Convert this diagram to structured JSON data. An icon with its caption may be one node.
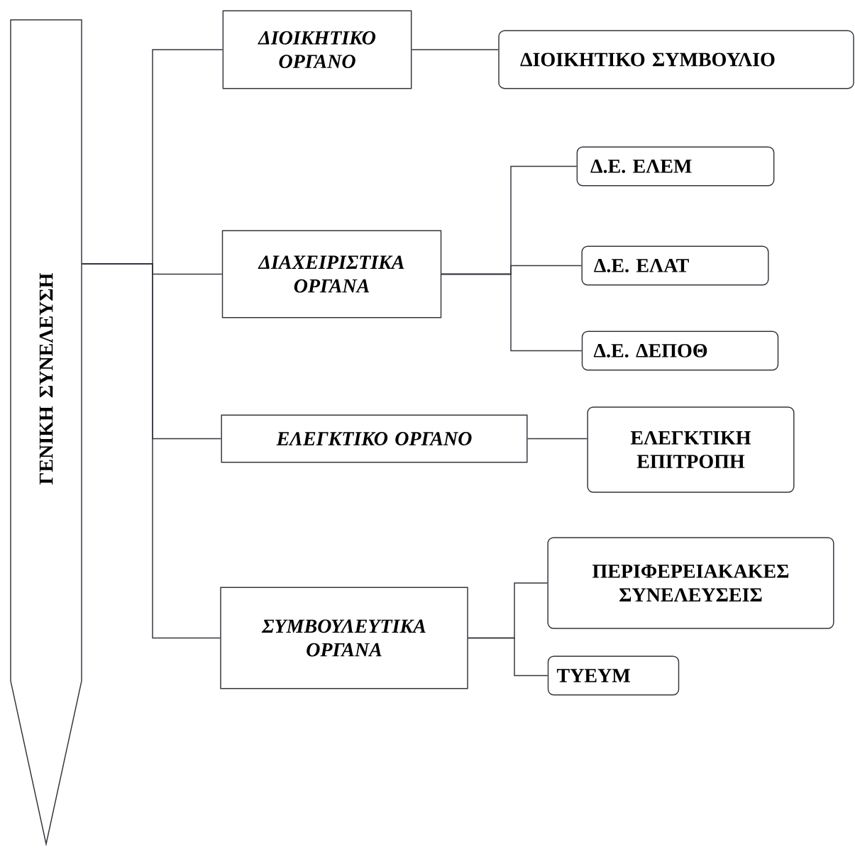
{
  "diagram": {
    "nodes": [
      {
        "text": [
          "ΓΕΝΙΚΗ ΣΥΝΕΛΕΥΣΗ"
        ]
      },
      {
        "text": [
          "ΔΙΟΙΚΗΤΙΚΟ ΟΡΓΑΝΟ"
        ]
      },
      {
        "text": [
          "ΔΙΟΙΚΗΤΙΚΟ ΣΥΜΒΟΥΛΙΟ"
        ]
      },
      {
        "text": [
          "ΔΙΑΧΕΙΡΙΣΤΙΚΑ ΟΡΓΑΝΑ"
        ]
      },
      {
        "text": [
          "Δ.Ε. ΕΛΕΜ"
        ]
      },
      {
        "text": [
          "Δ.Ε. ΕΛΑΤ"
        ]
      },
      {
        "text": [
          "Δ.Ε. ΔΕΠΟΘ"
        ]
      },
      {
        "text": [
          "ΕΛΕΓΚΤΙΚΟ ΟΡΓΑΝΟ"
        ]
      },
      {
        "text": [
          "ΕΛΕΓΚΤΙΚΗ ΕΠΙΤΡΟΠΗ"
        ]
      },
      {
        "text": [
          "ΣΥΜΒΟΥΛΕΥΤΙΚΑ ΟΡΓΑΝΑ"
        ]
      },
      {
        "text": [
          "ΠΕΡΙΦΕΡΕΙΑΚΑΚΕΣ ΣΥΝΕΛΕΥΣΕΙΣ"
        ]
      },
      {
        "text": [
          "ΤΥΕΥΜ"
        ]
      }
    ],
    "edges": [
      {
        "from": 0,
        "to": 1,
        "arrow": "none"
      },
      {
        "from": 0,
        "to": 3,
        "arrow": "none"
      },
      {
        "from": 0,
        "to": 7,
        "arrow": "none"
      },
      {
        "from": 0,
        "to": 9,
        "arrow": "none"
      },
      {
        "from": 1,
        "to": 2,
        "arrow": "none"
      },
      {
        "from": 3,
        "to": 4,
        "arrow": "none"
      },
      {
        "from": 3,
        "to": 5,
        "arrow": "none"
      },
      {
        "from": 3,
        "to": 6,
        "arrow": "none"
      },
      {
        "from": 7,
        "to": 8,
        "arrow": "none"
      },
      {
        "from": 9,
        "to": 10,
        "arrow": "none"
      },
      {
        "from": 9,
        "to": 11,
        "arrow": "none"
      }
    ]
  }
}
